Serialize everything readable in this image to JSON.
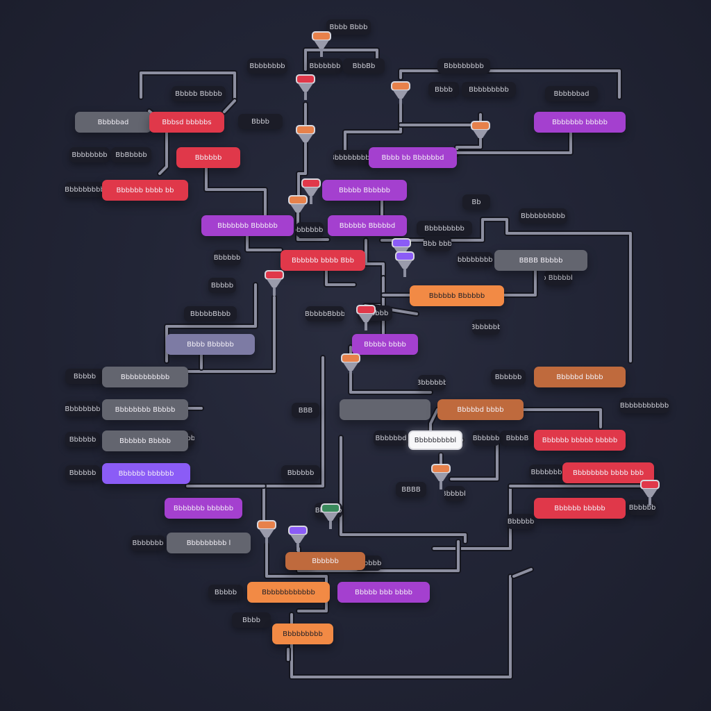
{
  "colors": {
    "background": "#222536",
    "pipe": "#8d8fa0",
    "red": "#e0384a",
    "purple": "#a440cf",
    "violet": "#8b5cf6",
    "orange": "#f28a45",
    "rust": "#bf6a3d",
    "gray": "#63656f",
    "lavender": "#7d7ba4",
    "label": "#1b1c27"
  },
  "nodes": [
    {
      "text": "Bbbbbad",
      "color": "gray"
    },
    {
      "text": "Bbbsd bbbbbs",
      "color": "red"
    },
    {
      "text": "Bbbbbb",
      "color": "red"
    },
    {
      "text": "Bbbbbb bbbb bb",
      "color": "red"
    },
    {
      "text": "Bbbbbbb Bbbbbb",
      "color": "purple"
    },
    {
      "text": "Bbbb bb Bbbbbbd",
      "color": "purple"
    },
    {
      "text": "Bbbbb Bbbbbb",
      "color": "purple"
    },
    {
      "text": "Bbbbbbb bbbbb",
      "color": "purple"
    },
    {
      "text": "Bbbbbb Bbbbbd",
      "color": "purple"
    },
    {
      "text": "Bbbbbb bbbb Bbb",
      "color": "red"
    },
    {
      "text": "BBBB Bbbbb",
      "color": "gray"
    },
    {
      "text": "Bbbbbb Bbbbbb",
      "color": "orange"
    },
    {
      "text": "Bbbb Bbbbbb",
      "color": "lavender"
    },
    {
      "text": "Bbbbb bbbb",
      "color": "purple"
    },
    {
      "text": "Bbbbbbbbbbb",
      "color": "gray"
    },
    {
      "text": "Bbbbbd bbbb",
      "color": "rust"
    },
    {
      "text": "",
      "color": "gray"
    },
    {
      "text": "Bbbbbbbb Bbbbb",
      "color": "gray"
    },
    {
      "text": "Bbbbbb Bbbbb",
      "color": "gray"
    },
    {
      "text": "Bbbbbb bbbbbb",
      "color": "violet"
    },
    {
      "text": "Bbbbbbb bbbbbb",
      "color": "purple"
    },
    {
      "text": "Bbbbbbbbb l",
      "color": "gray"
    },
    {
      "text": "Bbbbbb",
      "color": "rust"
    },
    {
      "text": "Bbbbbbbbbbbb",
      "color": "orange"
    },
    {
      "text": "Bbbbb bbb bbbb",
      "color": "purple"
    },
    {
      "text": "Bbbbbbbbb",
      "color": "orange"
    },
    {
      "text": "Bbbbbd bbbb",
      "color": "rust"
    },
    {
      "text": "Bbbbbb bbbbb bbbbb",
      "color": "red"
    },
    {
      "text": "Bbbbbbbb bbbb bbb",
      "color": "red"
    },
    {
      "text": "Bbbbbb bbbbb",
      "color": "red"
    }
  ],
  "labels": [
    "Bbbb Bbbb",
    "Bbbbbbb",
    "BbbBb",
    "Bbbbbbbb",
    "Bbbbb Bbbbb",
    "Bbbb",
    "Bbbbbbbbb",
    "Bbbbbbbbb",
    "Bbbbbbad",
    "Bbbbbbbb",
    "BbBbbbb",
    "Bbbb",
    "Bbbbbbbbbbb",
    "Bbbbbbbbb",
    "Bbbbbbbbb",
    "Bbbbbb",
    "BbbbbBbbb",
    "BbbbbBbbb",
    "Bbbbbbbbbb",
    "Bb",
    "Bbbbbbbbbbb",
    "Bbbbbb",
    "Bb Bbbb",
    "Bbbbbbbbbb",
    "Bbbbbbd",
    "BbbbB",
    "Bbbbbb",
    "Bbbbbbb",
    "Bbbbb",
    "Bbbbbbbb",
    "Bbbbbb",
    "Bbbbbb",
    "Bbbbbb",
    "Bbbbbbb",
    "Bbbbb",
    "Bbbb",
    "Bbbbbbbbbb",
    "Bbb bbb",
    "BBBB",
    "Bbbbbb",
    "Bbbbbb",
    "Bb Bbbbbbd",
    "Bbbbbd",
    "Bbbbbb",
    "Bbbbbbb",
    "Bbbbb",
    "Bbbbbbb",
    "Bbbbbb",
    "Bbbbbb",
    "Bbbbbb",
    "Bbbbbbb",
    "BBB",
    "Bbbbbbb"
  ],
  "highlighted_node": {
    "text": "Bbbbbbbbbl"
  },
  "valve_icon": "funnel-valve-icon"
}
